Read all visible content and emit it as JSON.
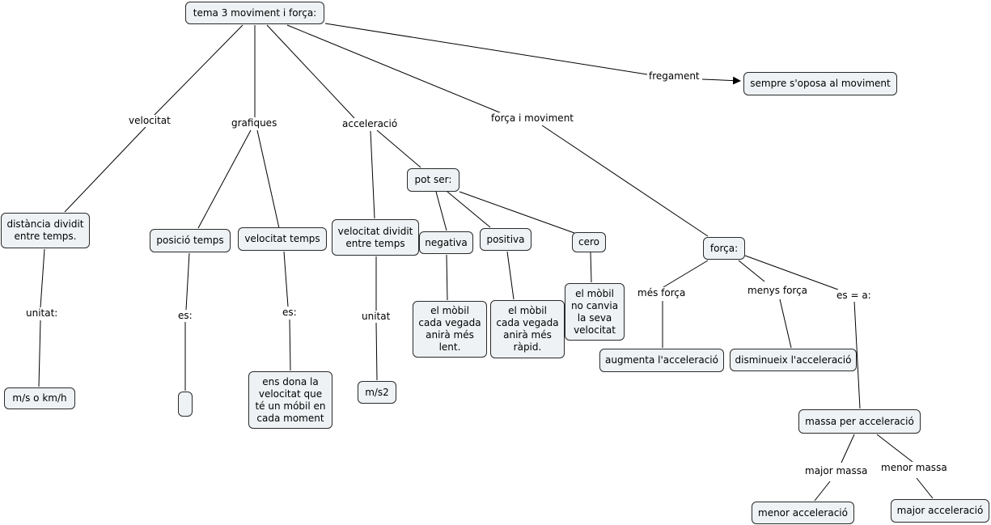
{
  "concepts": {
    "root": "tema 3 moviment i força:",
    "fregament_result": "sempre s'oposa al moviment",
    "distancia": "distància dividit\nentre temps.",
    "unitat_velocitat": "m/s o km/h",
    "posicio_temps": "posició temps",
    "posicio_empty": "",
    "velocitat_temps": "velocitat temps",
    "velocitat_temps_desc": "ens dona la\nvelocitat que\nté un móbil en\ncada moment",
    "velocitat_dividit": "velocitat dividit\nentre temps",
    "unitat_acceleracio": "m/s2",
    "pot_ser": "pot ser:",
    "negativa": "negativa",
    "negativa_desc": "el mòbil\ncada vegada\nanirà més\nlent.",
    "positiva": "positiva",
    "positiva_desc": "el mòbil\ncada vegada\nanirà més\nràpid.",
    "cero": "cero",
    "cero_desc": "el mòbil\nno canvia\nla seva\nvelocitat",
    "forca": "força:",
    "augmenta": "augmenta l'acceleració",
    "disminueix": "disminueix l'acceleració",
    "massa_per": "massa per acceleració",
    "menor_acc": "menor acceleració",
    "major_acc": "major acceleració"
  },
  "link_labels": {
    "fregament": "fregament",
    "velocitat": "velocitat",
    "grafiques": "grafiques",
    "acceleracio": "acceleració",
    "forca_i_moviment": "força i moviment",
    "unitat_colon": "unitat:",
    "es_1": "es:",
    "es_2": "es:",
    "unitat": "unitat",
    "mes_forca": "més força",
    "menys_forca": "menys força",
    "es_igual": "es = a:",
    "major_massa": "major massa",
    "menor_massa": "menor massa"
  },
  "colors": {
    "node_fill": "#eef2f4",
    "node_border": "#2a2a2a",
    "line": "#000000"
  }
}
